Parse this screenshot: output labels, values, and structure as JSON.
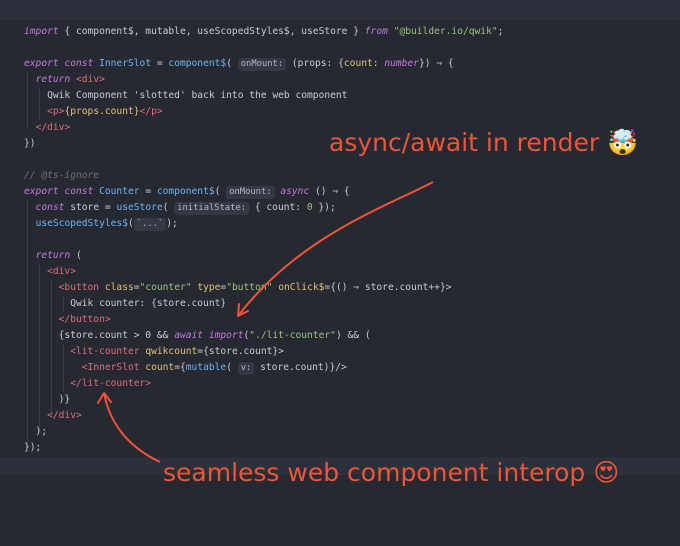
{
  "code": {
    "lines": [
      [
        [
          "kw",
          "import"
        ],
        [
          "p",
          " { component$, mutable, useScopedStyles$, useStore } "
        ],
        [
          "kw",
          "from"
        ],
        [
          "p",
          " "
        ],
        [
          "str",
          "\"@builder.io/qwik\""
        ],
        [
          "p",
          ";"
        ]
      ],
      [],
      [
        [
          "kw",
          "export"
        ],
        [
          "p",
          " "
        ],
        [
          "kw",
          "const"
        ],
        [
          "p",
          " "
        ],
        [
          "fn",
          "InnerSlot"
        ],
        [
          "p",
          " = "
        ],
        [
          "fn",
          "component$"
        ],
        [
          "p",
          "( "
        ],
        [
          "hint",
          "onMount:"
        ],
        [
          "p",
          " (props: {"
        ],
        [
          "attr",
          "count"
        ],
        [
          "p",
          ": "
        ],
        [
          "kw",
          "number"
        ],
        [
          "p",
          "}) ⇒ {"
        ]
      ],
      [
        [
          "p",
          "  "
        ],
        [
          "kw",
          "return"
        ],
        [
          "p",
          " "
        ],
        [
          "tag",
          "<div>"
        ]
      ],
      [
        [
          "p",
          "    Qwik Component 'slotted' back into the web component"
        ]
      ],
      [
        [
          "p",
          "    "
        ],
        [
          "tag",
          "<p>"
        ],
        [
          "attr",
          "{props.count}"
        ],
        [
          "tag",
          "</p>"
        ]
      ],
      [
        [
          "p",
          "  "
        ],
        [
          "tag",
          "</div>"
        ]
      ],
      [
        [
          "p",
          "})"
        ]
      ],
      [],
      [
        [
          "cmt",
          "// @ts-ignore"
        ]
      ],
      [
        [
          "kw",
          "export"
        ],
        [
          "p",
          " "
        ],
        [
          "kw",
          "const"
        ],
        [
          "p",
          " "
        ],
        [
          "fn",
          "Counter"
        ],
        [
          "p",
          " = "
        ],
        [
          "fn",
          "component$"
        ],
        [
          "p",
          "( "
        ],
        [
          "hint",
          "onMount:"
        ],
        [
          "p",
          " "
        ],
        [
          "kw",
          "async"
        ],
        [
          "p",
          " () ⇒ {"
        ]
      ],
      [
        [
          "p",
          "  "
        ],
        [
          "kw",
          "const"
        ],
        [
          "p",
          " store = "
        ],
        [
          "fn",
          "useStore"
        ],
        [
          "p",
          "( "
        ],
        [
          "hint",
          "initialState:"
        ],
        [
          "p",
          " { count: "
        ],
        [
          "str",
          "0"
        ],
        [
          "p",
          " });"
        ]
      ],
      [
        [
          "p",
          "  "
        ],
        [
          "fn",
          "useScopedStyles$"
        ],
        [
          "p",
          "("
        ],
        [
          "hint",
          "`...`"
        ],
        [
          "p",
          ");"
        ]
      ],
      [],
      [
        [
          "p",
          "  "
        ],
        [
          "kw",
          "return"
        ],
        [
          "p",
          " ("
        ]
      ],
      [
        [
          "p",
          "    "
        ],
        [
          "tag",
          "<div>"
        ]
      ],
      [
        [
          "p",
          "      "
        ],
        [
          "tag",
          "<button"
        ],
        [
          "p",
          " "
        ],
        [
          "attr",
          "class"
        ],
        [
          "p",
          "="
        ],
        [
          "str",
          "\"counter\""
        ],
        [
          "p",
          " "
        ],
        [
          "attr",
          "type"
        ],
        [
          "p",
          "="
        ],
        [
          "str",
          "\"button\""
        ],
        [
          "p",
          " "
        ],
        [
          "attr",
          "onClick$"
        ],
        [
          "p",
          "={() ⇒ store.count++}>"
        ]
      ],
      [
        [
          "p",
          "        Qwik counter: {store.count}"
        ]
      ],
      [
        [
          "p",
          "      "
        ],
        [
          "tag",
          "</button>"
        ]
      ],
      [
        [
          "p",
          "      {store.count > 0 && "
        ],
        [
          "kw",
          "await"
        ],
        [
          "p",
          " "
        ],
        [
          "kw",
          "import"
        ],
        [
          "p",
          "("
        ],
        [
          "str",
          "\"./lit-counter\""
        ],
        [
          "p",
          ") && ("
        ]
      ],
      [
        [
          "p",
          "        "
        ],
        [
          "tag",
          "<lit-counter"
        ],
        [
          "p",
          " "
        ],
        [
          "attr",
          "qwikcount"
        ],
        [
          "p",
          "={store.count}>"
        ]
      ],
      [
        [
          "p",
          "          "
        ],
        [
          "tag",
          "<InnerSlot"
        ],
        [
          "p",
          " "
        ],
        [
          "attr",
          "count"
        ],
        [
          "p",
          "={"
        ],
        [
          "fn",
          "mutable"
        ],
        [
          "p",
          "( "
        ],
        [
          "hint",
          "v:"
        ],
        [
          "p",
          " store.count)}/>"
        ]
      ],
      [
        [
          "p",
          "        "
        ],
        [
          "tag",
          "</lit-counter>"
        ]
      ],
      [
        [
          "p",
          "      )}"
        ]
      ],
      [
        [
          "p",
          "    "
        ],
        [
          "tag",
          "</div>"
        ]
      ],
      [
        [
          "p",
          "  );"
        ]
      ],
      [
        [
          "p",
          "});"
        ]
      ]
    ]
  },
  "annotations": {
    "top": "async/await in render 🤯",
    "bottom": "seamless web component interop 😍",
    "color": "#ee5537"
  },
  "colors": {
    "background": "#262932",
    "keyword": "#c678dd",
    "function": "#6fb3f0",
    "string": "#98c379",
    "tag": "#e06c75",
    "attribute": "#e5c07b",
    "comment": "#6b717d"
  }
}
